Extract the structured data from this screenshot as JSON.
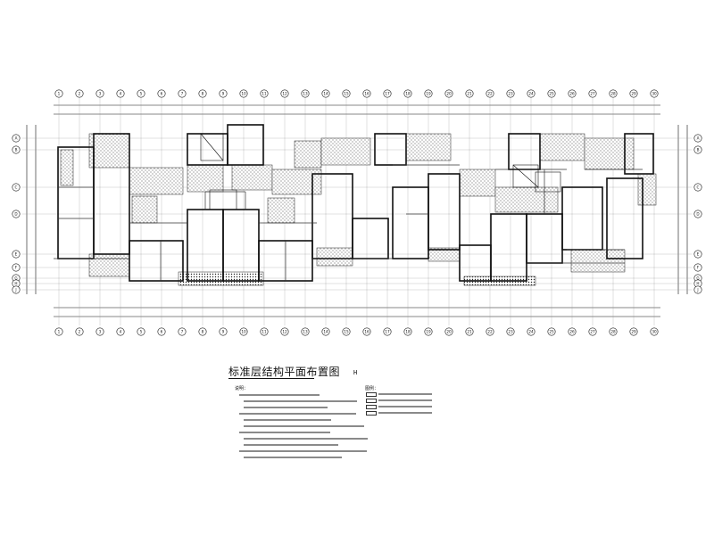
{
  "drawing": {
    "title": "标准层结构平面布置图",
    "scale_mark": "H",
    "notes_heading": "说明：",
    "legend_heading": "图例：",
    "notes_count": 11,
    "legend_count": 4
  },
  "grid_axes": {
    "vertical_labels": [
      "1",
      "2",
      "3",
      "4",
      "5",
      "6",
      "7",
      "8",
      "9",
      "10",
      "11",
      "12",
      "13",
      "14",
      "15",
      "16",
      "17",
      "18",
      "19",
      "20",
      "21",
      "22",
      "23",
      "24",
      "25",
      "26",
      "27",
      "28",
      "29",
      "30"
    ],
    "horizontal_labels": [
      "A",
      "B",
      "C",
      "D",
      "E",
      "F",
      "G",
      "H",
      "J"
    ]
  },
  "colors": {
    "line": "#111111",
    "hatch": "#555555",
    "paper": "#ffffff"
  }
}
